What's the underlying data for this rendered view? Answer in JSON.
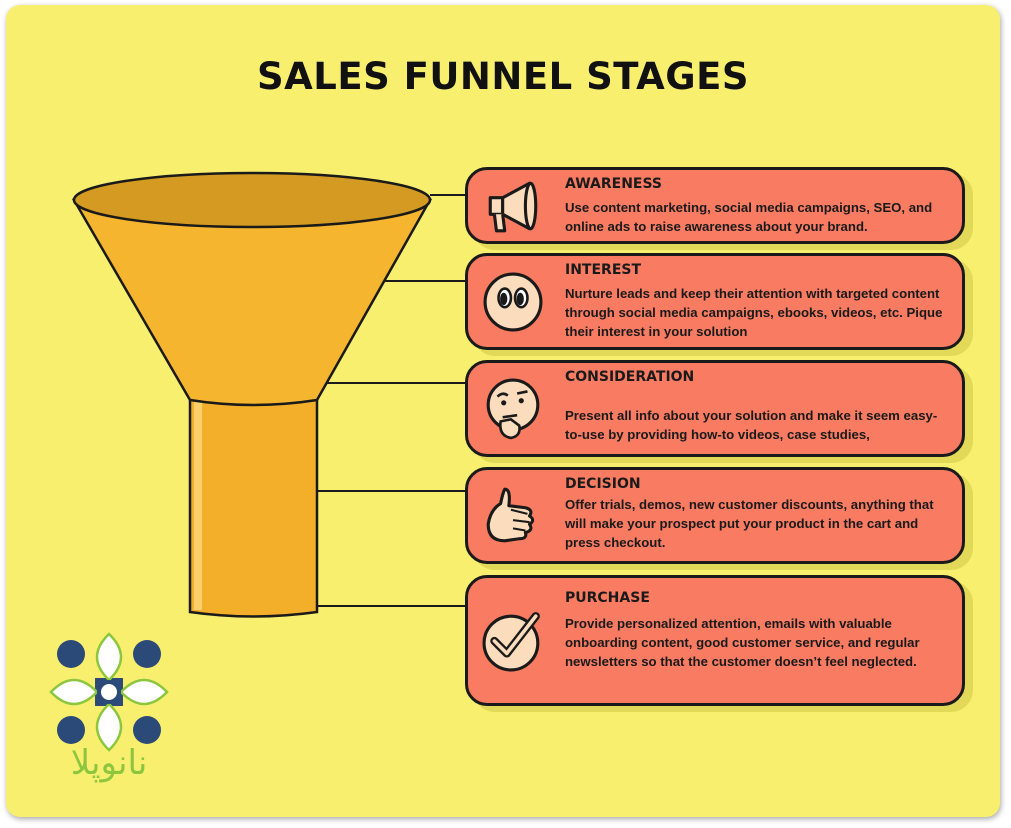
{
  "title": "SALES FUNNEL STAGES",
  "colors": {
    "background": "#f9ef6f",
    "card": "#f87b62",
    "funnel": "#f5b52e",
    "icon": "#fbdcbc"
  },
  "stages": [
    {
      "heading": "AWARENESS",
      "icon": "megaphone-icon",
      "text": "Use content marketing, social media campaigns, SEO, and online ads to raise awareness about your brand."
    },
    {
      "heading": "INTEREST",
      "icon": "eyes-face-icon",
      "text": "Nurture leads and keep their attention with targeted content through social media campaigns, ebooks, videos, etc. Pique their interest in your solution"
    },
    {
      "heading": "CONSIDERATION",
      "icon": "thinking-face-icon",
      "text": "Present all info about your solution and make it seem easy-to-use by providing how-to videos, case studies,"
    },
    {
      "heading": "DECISION",
      "icon": "thumbs-up-icon",
      "text": "Offer trials, demos, new customer discounts, anything that will make your prospect put your product in the cart and press checkout."
    },
    {
      "heading": "PURCHASE",
      "icon": "checkmark-icon",
      "text": "Provide personalized attention, emails with valuable onboarding content, good customer service, and regular newsletters so that the customer doesn’t feel neglected."
    }
  ],
  "logo": {
    "text": "نانوپلا"
  }
}
